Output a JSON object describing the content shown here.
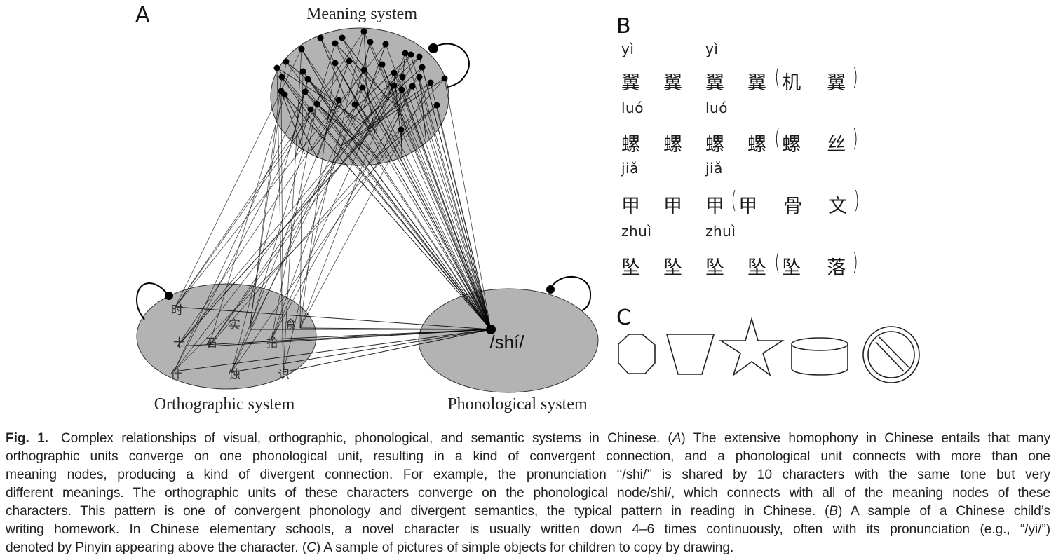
{
  "panels": {
    "A": {
      "letter": "A",
      "meaning_label": "Meaning system",
      "orthographic_label": "Orthographic system",
      "phonological_label": "Phonological system",
      "phonological_node": "/shí/",
      "characters": [
        "时",
        "实",
        "食",
        "十",
        "石",
        "拾",
        "什",
        "蚀",
        "识"
      ],
      "colors": {
        "ellipse_fill": "#b3b3b3",
        "node": "#000000",
        "edge": "#000000"
      }
    },
    "B": {
      "letter": "B",
      "rows": [
        {
          "pinyin": [
            "yì",
            "yì"
          ],
          "chars": [
            "翼",
            "翼",
            "翼",
            "翼"
          ],
          "word": [
            "机",
            "翼"
          ]
        },
        {
          "pinyin": [
            "luó",
            "luó"
          ],
          "chars": [
            "螺",
            "螺",
            "螺",
            "螺"
          ],
          "word": [
            "螺",
            "丝"
          ]
        },
        {
          "pinyin": [
            "jiǎ",
            "jiǎ"
          ],
          "chars": [
            "甲",
            "甲",
            "甲"
          ],
          "word": [
            "甲",
            "骨",
            "文"
          ]
        },
        {
          "pinyin": [
            "zhuì",
            "zhuì"
          ],
          "chars": [
            "坠",
            "坠",
            "坠",
            "坠"
          ],
          "word": [
            "坠",
            "落"
          ]
        }
      ],
      "open_paren": "(",
      "close_paren": ")"
    },
    "C": {
      "letter": "C",
      "shapes": [
        "octagon",
        "trapezoid",
        "star",
        "cylinder",
        "prohibition-sign"
      ]
    }
  },
  "caption": {
    "fig_number": "Fig. 1.",
    "lines": [
      [
        "Complex relationships of visual, orthographic, phonological, and semantic systems in Chinese. (",
        "A",
        ") The extensive homophony in Chinese entails that many"
      ],
      [
        "orthographic units converge on one phonological unit, resulting in a kind of convergent connection, and a phonological unit connects with more than one"
      ],
      [
        "meaning nodes, producing a kind of divergent connection. For example, the pronunciation ‘‘/shi/’’ is shared by 10 characters with the same tone but very"
      ],
      [
        "different meanings. The orthographic units of these characters converge on the phonological node/shi/, which connects with all of the meaning nodes of these"
      ],
      [
        "characters. This pattern is one of convergent phonology and divergent semantics, the typical pattern in reading in Chinese. (",
        "B",
        ") A sample of a Chinese child’s"
      ],
      [
        "writing homework. In Chinese elementary schools, a novel character is usually written down 4–6 times continuously, often with its pronunciation (e.g., “/yi/”)"
      ],
      [
        "denoted by Pinyin appearing above the character. (",
        "C",
        ") A sample of pictures of simple objects for children to copy by drawing."
      ]
    ]
  }
}
